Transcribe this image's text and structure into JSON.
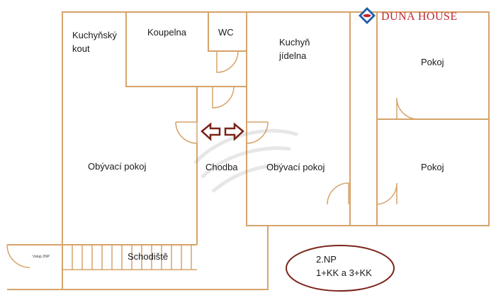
{
  "brand": {
    "name": "DUNA HOUSE",
    "accent_color": "#c0272d",
    "logo_blue": "#1f5fa8",
    "logo_icon": "duna-house-logo-icon"
  },
  "plan": {
    "wall_color": "#d6a36a",
    "arrow_color": "#7a2419",
    "rooms": {
      "kuchynsky_kout_line1": "Kuchyňský",
      "kuchynsky_kout_line2": "kout",
      "koupelna": "Koupelna",
      "wc": "WC",
      "kuchyn_line1": "Kuchyň",
      "kuchyn_line2": "jídelna",
      "pokoj_upper": "Pokoj",
      "pokoj_lower": "Pokoj",
      "obyvaci_left": "Obývací pokoj",
      "chodba": "Chodba",
      "obyvaci_right": "Obývací pokoj",
      "schodiste": "Schodiště",
      "vstup": "Vstup 2NP"
    },
    "note": {
      "line1": "2.NP",
      "line2": "1+KK a 3+KK"
    }
  }
}
